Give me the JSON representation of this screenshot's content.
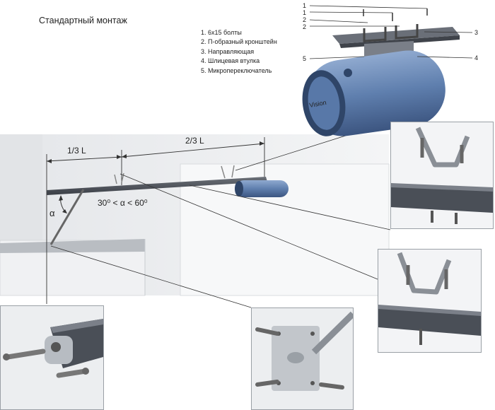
{
  "title": "Стандартный монтаж",
  "legend": [
    "1. 6x15 болты",
    "2. П-образный кронштейн",
    "3. Направляющая",
    "4. Шлицевая втулка",
    "5. Микропереключатель"
  ],
  "callouts": {
    "c1a": "1",
    "c1b": "1",
    "c2a": "2",
    "c2b": "2",
    "c3": "3",
    "c4": "4",
    "c5": "5"
  },
  "dimensions": {
    "one_third": "1/3 L",
    "two_thirds": "2/3 L",
    "alpha": "α",
    "angle_range": "30⁰ < α < 60⁰"
  },
  "colors": {
    "motor_body": "#5f7fae",
    "rail": "#4a4f57",
    "wall": "#eceef0",
    "line": "#333333"
  }
}
